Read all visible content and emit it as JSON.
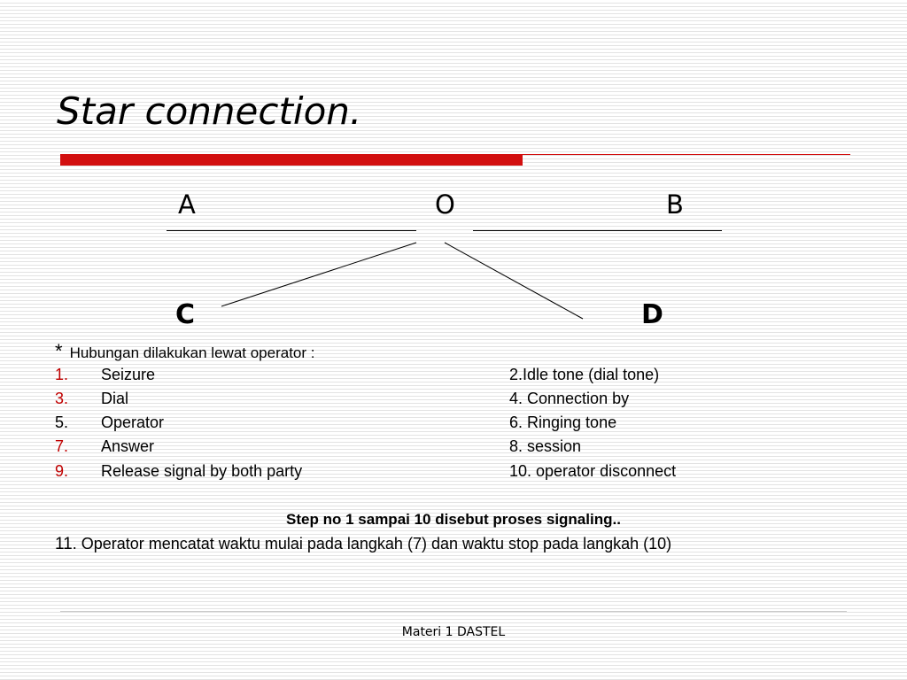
{
  "slide": {
    "title": "Star connection.",
    "footer": "Materi 1 DASTEL"
  },
  "diagram": {
    "top_labels": [
      "A",
      "O",
      "B"
    ],
    "bottom_labels": [
      "C",
      "D"
    ]
  },
  "content": {
    "intro_bullet": "*",
    "intro_text": "Hubungan dilakukan lewat operator :",
    "rows": [
      {
        "num": "1.",
        "text": "Seizure",
        "right": "2.Idle tone (dial tone)"
      },
      {
        "num": "3.",
        "text": "Dial",
        "right": "4. Connection by"
      },
      {
        "num": "5.",
        "text": "Operator",
        "right": "6. Ringing tone"
      },
      {
        "num": "7.",
        "text": "Answer",
        "right": "8. session"
      },
      {
        "num": "9.",
        "text": "Release signal by both party",
        "right": "10. operator disconnect"
      }
    ],
    "step_note": "Step no 1  sampai 10 disebut proses signaling..",
    "step_11_num": "11",
    "step_11_text": ". Operator mencatat waktu mulai pada langkah (7) dan waktu stop pada langkah (10)"
  },
  "colors": {
    "accent_red": "#d20f0f",
    "number_red": "#c00000"
  }
}
